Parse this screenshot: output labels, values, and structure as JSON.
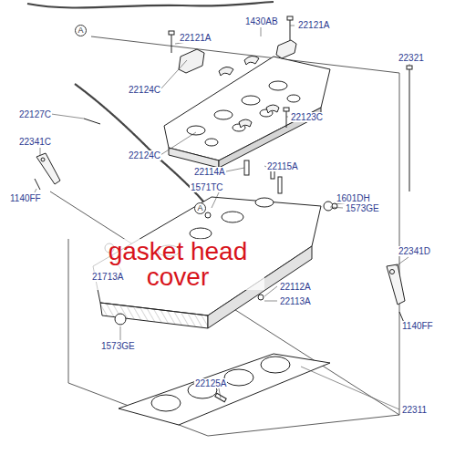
{
  "diagram": {
    "labels": [
      "A",
      "22121A",
      "1430AB",
      "22121A",
      "22321",
      "22124C",
      "22127C",
      "22341C",
      "22123C",
      "22124C",
      "22114A",
      "22115A",
      "1601DH",
      "1140FF",
      "1571TC",
      "A",
      "1573GE",
      "gasket head cover",
      "22341D",
      "21713A",
      "22112A",
      "22113A",
      "1140FF",
      "1573GE",
      "22125A",
      "22311"
    ]
  }
}
